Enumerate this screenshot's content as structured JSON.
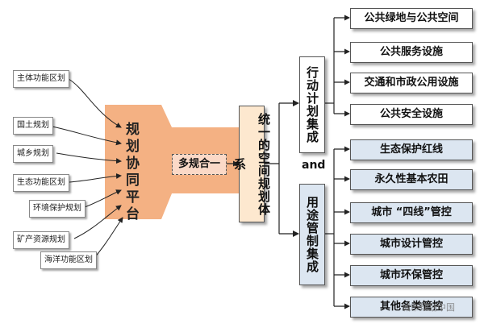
{
  "sources": [
    "主体功能区划",
    "国土规划",
    "城乡规划",
    "生态功能区划",
    "环境保护规划",
    "矿产资源规划",
    "海洋功能区划"
  ],
  "platform_chars": [
    "规",
    "划",
    "协",
    "同",
    "平",
    "台"
  ],
  "merge_label": "多规合一",
  "unify_label": "统一的空间规划体系",
  "plan_label": "行动计划集成",
  "and_label": "and",
  "use_label": "用途管制集成",
  "plan_items": [
    "公共绿地与公共空间",
    "公共服务设施",
    "交通和市政公用设施",
    "公共安全设施"
  ],
  "use_items": [
    "生态保护红线",
    "永久性基本农田",
    "城市 “四线”管控",
    "城市设计管控",
    "城市环保管控",
    "其他各类管控"
  ],
  "watermark": "城市规划中国",
  "colors": {
    "platform": "#f4b183",
    "use_fill": "#dce6f1",
    "unify_fill": "#fde8cf"
  }
}
